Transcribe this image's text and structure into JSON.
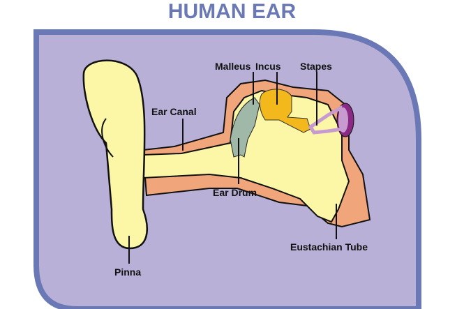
{
  "title": "HUMAN EAR",
  "labels": {
    "malleus": "Malleus",
    "incus": "Incus",
    "stapes": "Stapes",
    "ear_canal": "Ear Canal",
    "ear_drum": "Ear Drum",
    "eustachian_tube": "Eustachian Tube",
    "pinna": "Pinna"
  },
  "colors": {
    "panel": "#b8b0d6",
    "border": "#6a78b6",
    "skin": "#fbf7a6",
    "tissue": "#f0a57a",
    "malleus": "#9fb8a8",
    "incus": "#f2b81c",
    "stapes": "#c79ad0",
    "cochlea_ring": "#8a2a84"
  }
}
